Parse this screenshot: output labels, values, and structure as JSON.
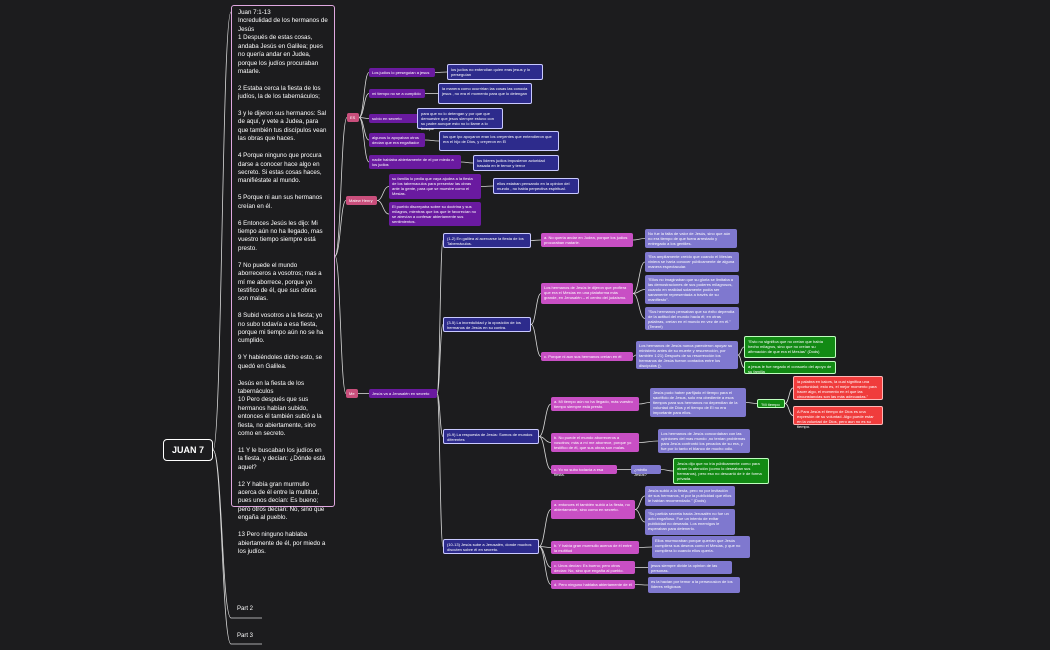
{
  "root": "JUAN 7",
  "passage": "Juan 7:1-13\nIncredulidad de los hermanos de Jesús\n1 Después de estas cosas, andaba Jesús en Galilea; pues no quería andar en Judea, porque los judíos procuraban matarle.\n\n2 Estaba cerca la fiesta de los judíos, la de los tabernáculos;\n\n3 y le dijeron sus hermanos: Sal de aquí, y vete a Judea, para que también tus discípulos vean las obras que haces.\n\n4 Porque ninguno que procura darse a conocer hace algo en secreto. Si estas cosas haces, manifiéstate al mundo.\n\n5 Porque ni aun sus hermanos creían en él.\n\n6 Entonces Jesús les dijo: Mi tiempo aún no ha llegado, mas vuestro tiempo siempre está presto.\n\n7 No puede el mundo aborreceros a vosotros; mas a mí me aborrece, porque yo testifico de él, que sus obras son malas.\n\n8 Subid vosotros a la fiesta; yo no subo todavía a esa fiesta, porque mi tiempo aún no se ha cumplido.\n\n9 Y habiéndoles dicho esto, se quedó en Galilea.\n\nJesús en la fiesta de los tabernáculos\n10 Pero después que sus hermanos habían subido, entonces él también subió a la fiesta, no abiertamente, sino como en secreto.\n\n11 Y le buscaban los judíos en la fiesta, y decían: ¿Dónde está aquel?\n\n12 Y había gran murmullo acerca de él entre la multitud, pues unos decían: Es bueno; pero otros decían: No, sino que engaña al pueblo.\n\n13 Pero ninguno hablaba abiertamente de él, por miedo a los judíos.",
  "parts": [
    "Part 2",
    "Part 3"
  ],
  "nodes": [
    {
      "id": "es",
      "text": "ES"
    },
    {
      "id": "mh",
      "text": "Matew Henry"
    },
    {
      "id": "me",
      "text": "Me"
    },
    {
      "id": "es1",
      "text": "Los  judíos lo perseguían a  jesus"
    },
    {
      "id": "es1a",
      "text": "los judíos no entendían  quien eras jesus  y lo perseguían"
    },
    {
      "id": "es2",
      "text": "mi tiempo  no se  a cumplido"
    },
    {
      "id": "es2a",
      "text": "la  manera  como  ocurririan las  cosas las conocia  jesus ,  no era  el momento  para que lo detengan"
    },
    {
      "id": "es3",
      "text": "subío  en secreto"
    },
    {
      "id": "es3a",
      "text": "para  que  no lo detengan y por  que  que  demuestre  que jesus siempre estuvo con su  padre  aunque  esto no lo llame  a  lo bosque"
    },
    {
      "id": "es4",
      "text": "algunos  lo apoyaban otros  decían que  era engañador"
    },
    {
      "id": "es4a",
      "text": "los que lpo apoyaron eran los creyentes que entendieron que era el hijo de  Dios, y creyeron en El"
    },
    {
      "id": "es5",
      "text": "nadie hablaba  abiertamente  de el por  miedo a  los  judios"
    },
    {
      "id": "es5a",
      "text": "los lideres  judios  impusieron  actoridad basada  en le  temor  y  terror"
    },
    {
      "id": "mh1",
      "text": "su familia lo  pedia que  vaya  ajodea a la fiesta de los  tabernaculos  para presentar las  obras ante la  gente, para   que se muestre  como el Mesias."
    },
    {
      "id": "mh1a",
      "text": "ellos  estaban pensando en la opinion del mundo , no habia perpectiva espiritual."
    },
    {
      "id": "mh2",
      "text": "El pueblo discrepaba sobre su doctrina y sus milagros, mientras que los que le favorecían no se atrevían a confesar abiertamente sus sentimientos."
    },
    {
      "id": "me1",
      "text": "Jesús va a Jerusalén en secreto"
    },
    {
      "id": "a",
      "text": "(1-2) En galilea al acercarse la fiesta de los Tabernáculos."
    },
    {
      "id": "a1",
      "text": "a. No queria andar en Judea, porque los judíos procuraban matarle."
    },
    {
      "id": "a1a",
      "text": "No fue la falta de valor de Jesús,  sino que  aún no era tiempo de que fuera arrestado y entregado a los gentiles."
    },
    {
      "id": "b",
      "text": "(3-5) La incredulidad y la oposición de los hermanos de Jesús en su contra."
    },
    {
      "id": "b1",
      "text": "Los hermanos de Jesús le dijeron que profiera que era el Mesías en una plataforma más grande, en Jerusalén – el centro del judaísmo."
    },
    {
      "id": "b1a",
      "text": "\"Era ampliamente creído que cuando el Mesías viniera se haría conocer públicamente de alguna manera espectacular."
    },
    {
      "id": "b1b",
      "text": "\"Ellos no imaginaban que su gloria se limitaba a las demostraciones de sus poderes milagrosos, cuando en realidad solamente podía ser sanamente representada a través de su manifiesto\"."
    },
    {
      "id": "b1c",
      "text": "\"Sus hermanos pensaban que su éxito dependía de la actitud del mundo hacia él; en otras palabras, creían en el mundo en vez de en él.\" (Tenent)"
    },
    {
      "id": "b2",
      "text": "c. Porque ni aun sus hermanos creían en él"
    },
    {
      "id": "b2a",
      "text": "Los hermanos de Jesús nunca parecieron apoyar su ministerio antes de su muerte y resurrección, por también 1:21) Después de su resurrección los hermanos de Jesús fueron contados entre los discípulos ()."
    },
    {
      "id": "b2a1",
      "text": "\"Esto no significa que no creían que había hecho milagros, sino que no creían su afirmación de que era el Mesías\" (Dods)"
    },
    {
      "id": "b2a2",
      "text": "a jesus  le  fue negado  el consuelo del apoyo de su familia"
    },
    {
      "id": "c",
      "text": "(6-9) La respuesta de Jesús: Somos de mundos diferentes"
    },
    {
      "id": "c1",
      "text": "a. Mi tiempo aún no ha llegado, más vuestro tiempo siempre está presto."
    },
    {
      "id": "c1a",
      "text": "Jesús pudo haber  parfijado el tiempo para el sacrificio de  Jesus, solo era obediente a  esos tiempos para  sus  hermanos  no dependian de  la  voluntad de  Dios y el  tiempo de El  no era importante para ellos."
    },
    {
      "id": "c1b",
      "text": "\"Mi tiempo"
    },
    {
      "id": "c1b1",
      "text": "la palabra en kaiors, la cual significa  una oportunidad; esto es, el mejor momento para hacer algo, el momento en el que las circunstancias son las más adecuadas.\""
    },
    {
      "id": "c1b2",
      "text": "A Para Jesús  el tiempo de Dios es una expresión  de su voluntad. Algo puede estar en la voluntad de Dios, pero aun no es su tiempo."
    },
    {
      "id": "c2",
      "text": "b. No puede el mundo aborreceros a vosotros; más a mí me aborrece, porque yo testifico de él, que sus obras son malas."
    },
    {
      "id": "c2a",
      "text": "Los hermanos de Jesús concordaban con las opiniones del mas mundo ,no tenían problemas para Jesús confrontó los pecados de su era, y fue por lo tanto el blanco de mucho odio."
    },
    {
      "id": "c3",
      "text": "c. Yo no subo todavía a esa fiesta."
    },
    {
      "id": "c3a",
      "text": "¿mintio Jesus?"
    },
    {
      "id": "c3a1",
      "text": "Jesús dijo que no iría públicamente  como para atraer la atención (como lo deseaban sus hermanos), pero eso no descartó de ir de forma privada."
    },
    {
      "id": "d",
      "text": "(10-13) Jesús sube a Jerusalén, donde muchos discuten sobre él en secreto."
    },
    {
      "id": "d1",
      "text": "a. entonces él también subió a la fiesta, no abiertamente, sino como en secreto."
    },
    {
      "id": "d1a",
      "text": "Jesús subió a la fiesta, pero no por invitación de sus hermanos, ni por la publicidad que ellos le habían recomendado.\" (Dods)"
    },
    {
      "id": "d1b",
      "text": "\"Su partida secreta hacia Jerusalén no fue un acto engañoso. Fue un intento de evitar publicidad no deseada. Los enemigos le esperaban para detenerlo."
    },
    {
      "id": "d2",
      "text": "b. Y había gran murmullo acerca de él entre la multitud"
    },
    {
      "id": "d2a",
      "text": "Ellos murmuraban porque querían que Jesús cumpliera sus deseos como el Mesías, y que no cumpliera lo  cuando ellos quería."
    },
    {
      "id": "d3",
      "text": "c. Unos decían: Es bueno; pero otros decían: No, sino que engaña al pueblo."
    },
    {
      "id": "d3a",
      "text": "jesus  siempre  divide  la  opinion de las personas."
    },
    {
      "id": "d4",
      "text": "d. Pero ninguno hablaba abiertamente de él"
    },
    {
      "id": "d4a",
      "text": "es la hacian por  temor  a la  persecusion de los  lideres  religiosos"
    }
  ]
}
